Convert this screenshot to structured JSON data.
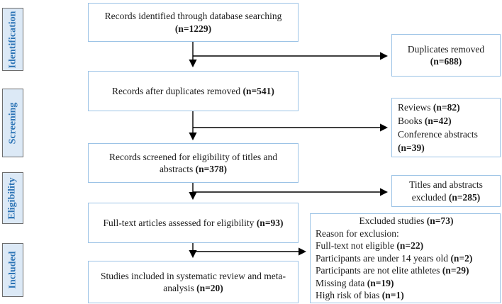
{
  "figure_type": "PRISMA flow diagram",
  "colors": {
    "flow_box_border": "#9cc3e6",
    "stage_fill": "#dce9f6",
    "stage_border": "#6d6d6d",
    "stage_text": "#2e75b6",
    "arrow": "#000000",
    "background": "#ffffff"
  },
  "stages": [
    {
      "label": "Identification"
    },
    {
      "label": "Screening"
    },
    {
      "label": "Eligibility"
    },
    {
      "label": "Included"
    }
  ],
  "flow": {
    "box1": {
      "pre": "Records identified through database searching",
      "bold": "(n=1229)"
    },
    "box2": {
      "pre": "Records after duplicates removed ",
      "bold": "(n=541)"
    },
    "box3": {
      "pre": "Records screened for eligibility of titles and abstracts ",
      "bold": "(n=378)"
    },
    "box4": {
      "pre": "Full-text articles assessed for eligibility ",
      "bold": "(n=93)"
    },
    "box5": {
      "pre": "Studies included in systematic review and meta-analysis ",
      "bold": "(n=20)"
    }
  },
  "side": {
    "duplicates": {
      "pre": "Duplicates removed",
      "bold": "(n=688)"
    },
    "screening_exclusions": {
      "lines": [
        {
          "pre": "Reviews ",
          "bold": "(n=82)"
        },
        {
          "pre": "Books ",
          "bold": "(n=42)"
        },
        {
          "pre": "Conference abstracts ",
          "bold": "(n=39)"
        }
      ]
    },
    "titles_excluded": {
      "pre": "Titles and abstracts excluded ",
      "bold": "(n=285)"
    },
    "excluded_studies": {
      "title_pre": "Excluded studies ",
      "title_bold": "(n=73)",
      "lines": [
        {
          "pre": "Reason for exclusion:",
          "bold": ""
        },
        {
          "pre": "Full-text not eligible ",
          "bold": "(n=22)"
        },
        {
          "pre": "Participants are under 14 years old ",
          "bold": "(n=2)"
        },
        {
          "pre": "Participants are not elite athletes ",
          "bold": "(n=29)"
        },
        {
          "pre": "Missing data ",
          "bold": "(n=19)"
        },
        {
          "pre": "High risk of bias ",
          "bold": "(n=1)"
        }
      ]
    }
  }
}
